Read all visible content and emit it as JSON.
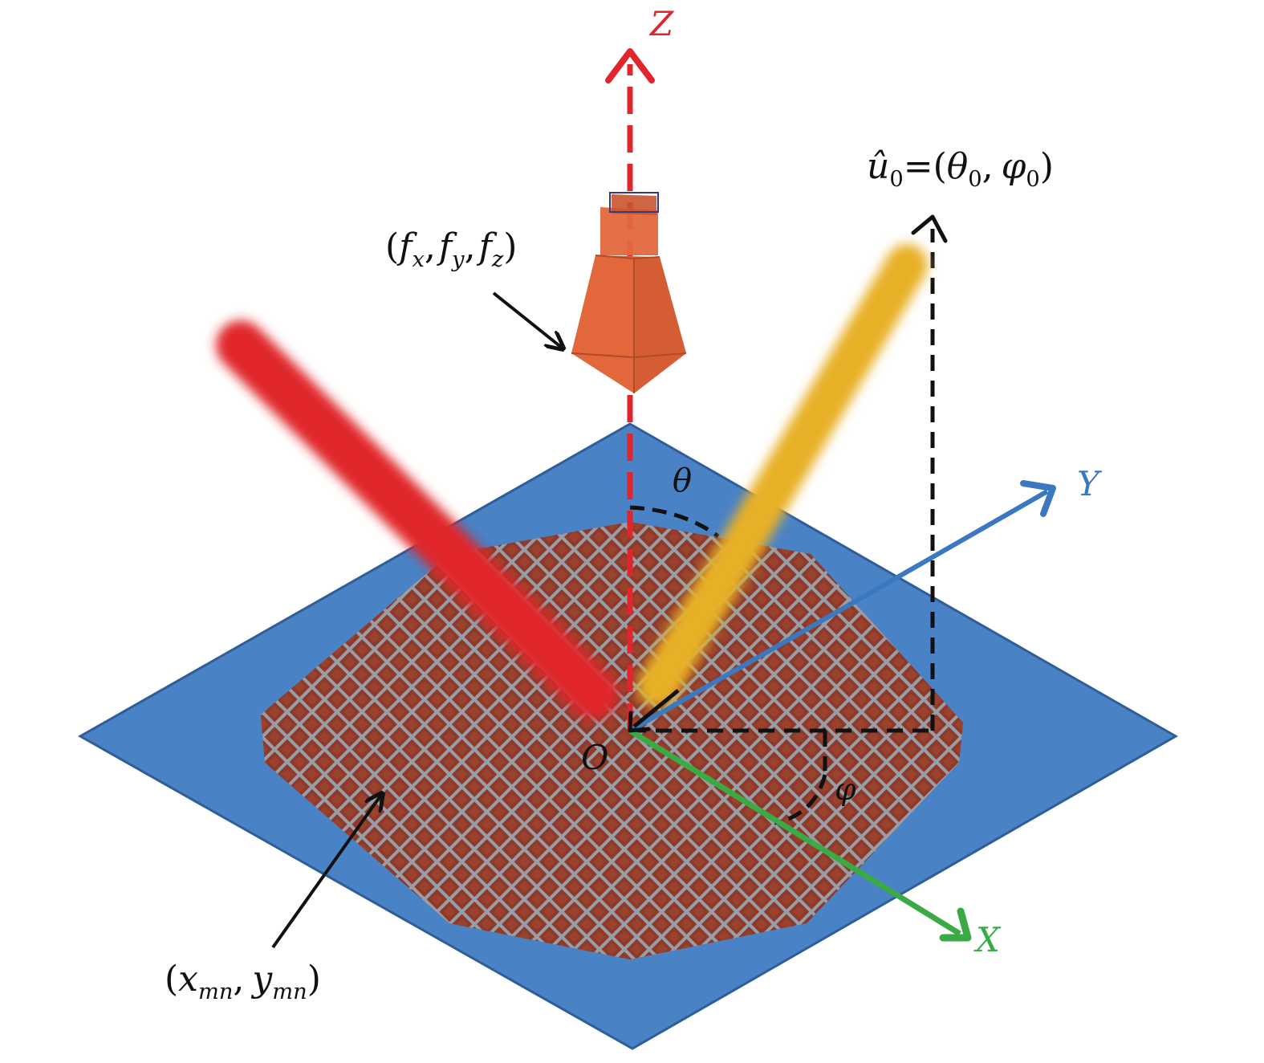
{
  "diagram": {
    "axes": {
      "z": {
        "label": "Z",
        "color": "#e0262c"
      },
      "y": {
        "label": "Y",
        "color": "#3a78c0"
      },
      "x": {
        "label": "X",
        "color": "#3aaa45"
      }
    },
    "origin_label": "O",
    "theta_label": "θ",
    "phi_label": "φ",
    "feed_label": {
      "f": "f",
      "x": "x",
      "y": "y",
      "z": "z"
    },
    "element_label": {
      "x": "x",
      "y": "y",
      "sub": "mn"
    },
    "beam_label": {
      "u": "û",
      "theta": "θ",
      "phi": "φ",
      "zero": "0"
    },
    "colors": {
      "ground_plane": "#4a82c6",
      "ground_plane_edge": "#2e5e9a",
      "array": "#8e3a2a",
      "array_grid": "#9aa3ad",
      "feed_horn": "#e2683c",
      "incident_beam": "#e0262c",
      "reflected_beam": "#e8b026",
      "dashed": "#111111"
    }
  }
}
